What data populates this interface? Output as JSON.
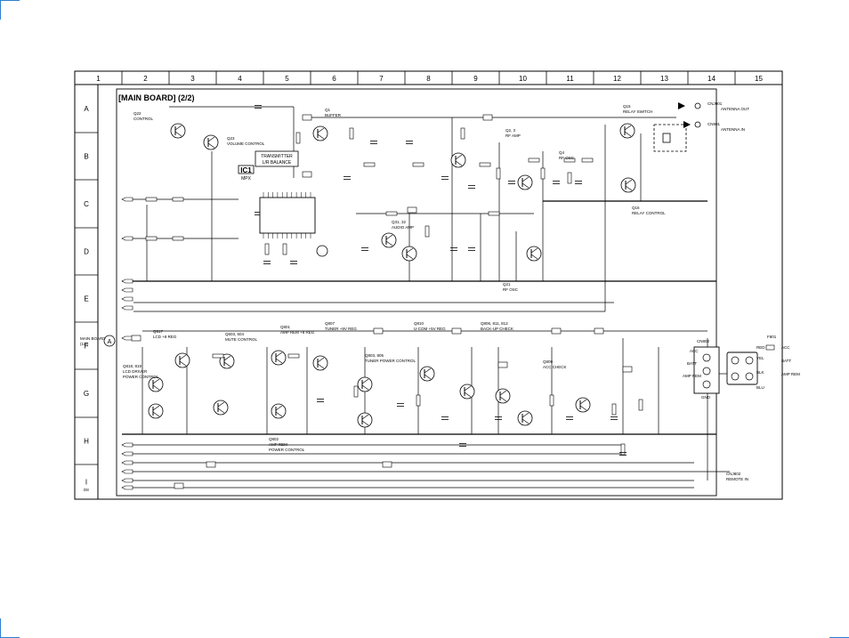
{
  "title": "[MAIN BOARD] (2/2)",
  "grid": {
    "columns": [
      "1",
      "2",
      "3",
      "4",
      "5",
      "6",
      "7",
      "8",
      "9",
      "10",
      "11",
      "12",
      "13",
      "14",
      "15"
    ],
    "rows": [
      "A",
      "B",
      "C",
      "D",
      "E",
      "F",
      "G",
      "H",
      "I"
    ]
  },
  "blocks": [
    {
      "text": "TRANSMITTER",
      "sub": "L/R BALANCE"
    },
    {
      "text": "IC1",
      "sub": "MPX"
    }
  ],
  "labels": [
    "Q1",
    "BUFFER",
    "Q2, 3",
    "RF AMP",
    "Q4",
    "RF OSC",
    "Q15",
    "RELAY SWITCH",
    "Q16",
    "RELAY CONTROL",
    "Q21",
    "RF OSC",
    "Q23",
    "VOLUME CONTROL",
    "Q22",
    "CONTROL",
    "Q31, 32",
    "AUDIO AMP",
    "Q807",
    "TUNER +9V REG",
    "Q810",
    "U-COM +5V REG",
    "Q806, 811, 812",
    "BACK-UP CHECK",
    "Q817",
    "LCD +8 REG",
    "Q603, 604",
    "MUTE CONTROL",
    "Q801",
    "AMP REM +8 REG",
    "Q818, 819",
    "LCD DRIVER",
    "POWER CONTROL",
    "Q802",
    "AMP REM",
    "POWER CONTROL",
    "Q803, 805",
    "TUNER POWER CONTROL",
    "Q809",
    "ACC CHECK",
    "MAIN BOARD",
    "(1/2)",
    "CN802",
    "ACC",
    "BATT",
    "AMP REM",
    "GND",
    "F801",
    "ACC",
    "BATT",
    "AMP REM",
    "RED",
    "YEL",
    "BLK",
    "BLU",
    "CNJ901",
    "ANTENNA OUT",
    "CN901",
    "ANTENNA IN",
    "CNJ802",
    "REMOTE IN",
    "D8"
  ]
}
